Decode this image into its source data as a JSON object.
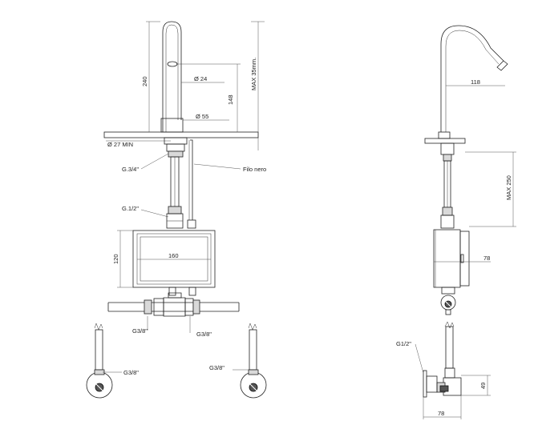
{
  "front_view": {
    "height_240": "240",
    "height_148": "148",
    "diameter_24": "Ø  24",
    "diameter_55": "Ø  55",
    "max_35": "MAX 35mm.",
    "min_hole": "Ø 27 MIN",
    "thread_34": "G.3/4\"",
    "thread_12": "G.1/2\"",
    "wire_label": "Filo nero",
    "box_height": "120",
    "box_width": "160",
    "g38_left": "G3/8\"",
    "g38_right": "G3/8\"",
    "valve_left_label": "G3/8\"",
    "valve_right_label": "G3/8\""
  },
  "side_view": {
    "reach_118": "118",
    "max_250": "MAX 250",
    "box_depth_78": "78",
    "g12_label": "G1/2\"",
    "valve_height_49": "49",
    "valve_depth_78": "78"
  }
}
